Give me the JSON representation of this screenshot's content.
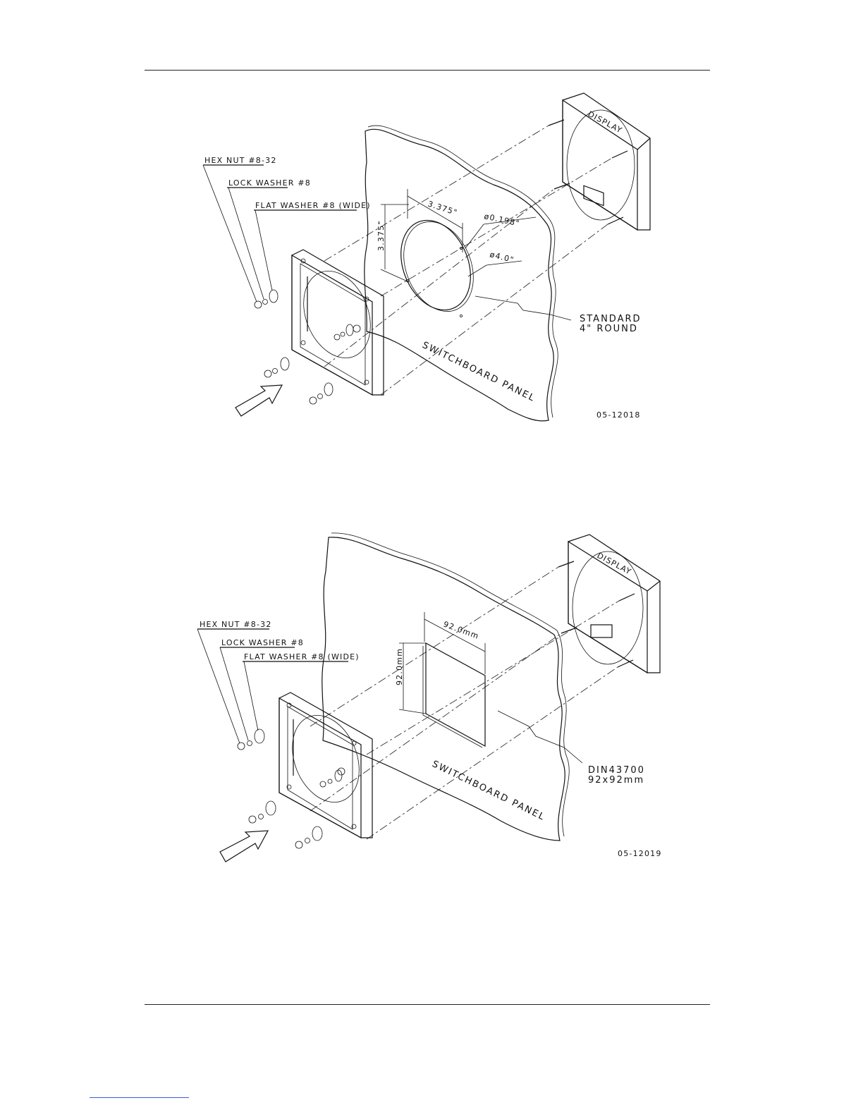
{
  "figures": [
    {
      "labels": {
        "hex_nut": "HEX NUT #8-32",
        "lock_washer": "LOCK WASHER #8",
        "flat_washer": "FLAT WASHER #8 (WIDE)",
        "dim_horizontal": "3.375\"",
        "dim_vertical": "3.375\"",
        "hole_dia": "ø0.198\"",
        "cutout_dia": "ø4.0\"",
        "cutout_note_1": "STANDARD",
        "cutout_note_2": "4\" ROUND",
        "display": "DISPLAY",
        "panel": "SWITCHBOARD PANEL",
        "drawing_number": "05-12018"
      }
    },
    {
      "labels": {
        "hex_nut": "HEX NUT #8-32",
        "lock_washer": "LOCK WASHER #8",
        "flat_washer": "FLAT WASHER #8 (WIDE)",
        "dim_horizontal": "92.0mm",
        "dim_vertical": "92.0mm",
        "cutout_note_1": "DIN43700",
        "cutout_note_2": "92x92mm",
        "display": "DISPLAY",
        "panel": "SWITCHBOARD PANEL",
        "drawing_number": "05-12019"
      }
    }
  ]
}
